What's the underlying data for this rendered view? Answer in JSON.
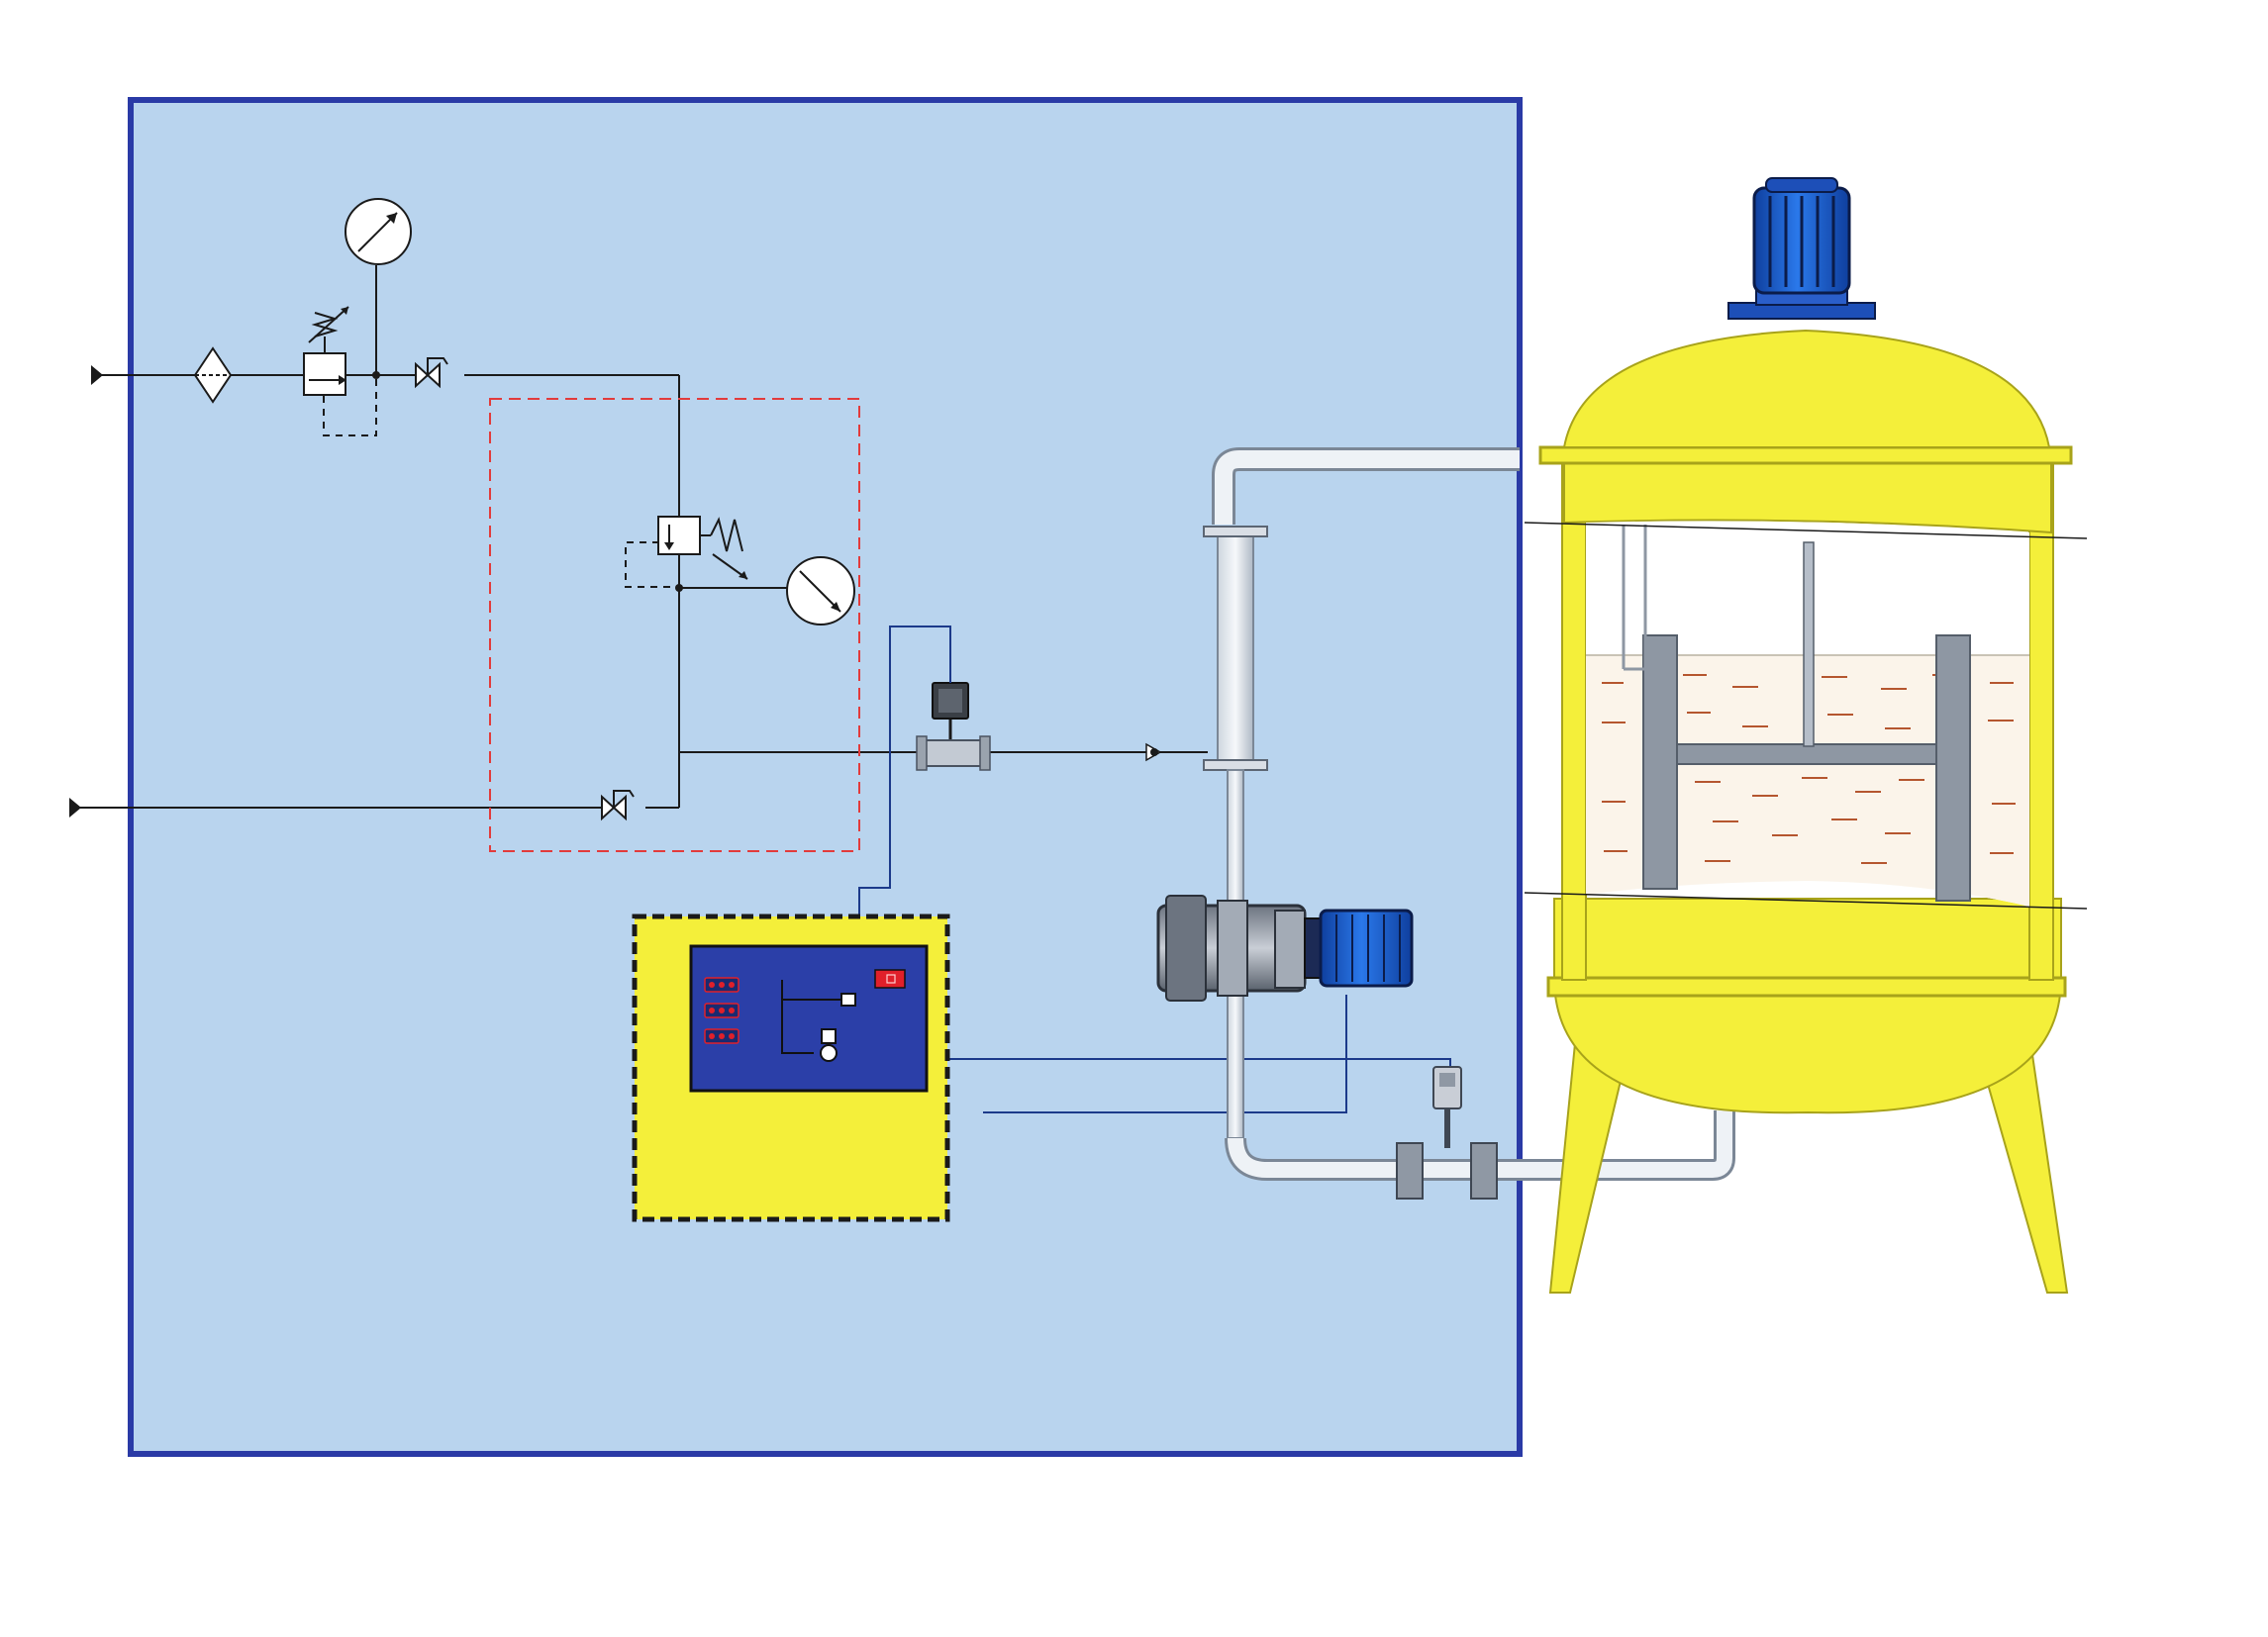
{
  "diagram": {
    "kind": "process-schematic",
    "text_labels": [],
    "colors": {
      "background": "#ffffff",
      "panel_fill": "#b9d4ee",
      "panel_border": "#2a3aa6",
      "vessel": "#f4ef3a",
      "vessel_stroke": "#b8b21a",
      "motor_blue": "#1d5fd6",
      "motor_dark": "#102a70",
      "pipe": "#e4e9f0",
      "pipe_stroke": "#7b8796",
      "control_box": "#f4ef3a",
      "control_screen": "#2b3fa8",
      "indicator_red": "#e0202a",
      "dashed_frame": "#e23b3b",
      "liquid_dash": "#b5562f",
      "line": "#1a1a1a",
      "signal_line": "#1c3a8a"
    },
    "components": [
      {
        "id": "air-inlet-top",
        "type": "inlet-arrow"
      },
      {
        "id": "air-filter",
        "type": "filter"
      },
      {
        "id": "pressure-regulator-1",
        "type": "regulator"
      },
      {
        "id": "pressure-gauge-1",
        "type": "gauge"
      },
      {
        "id": "check-valve-1",
        "type": "valve"
      },
      {
        "id": "pressure-regulator-2",
        "type": "regulator"
      },
      {
        "id": "pressure-gauge-2",
        "type": "gauge"
      },
      {
        "id": "air-inlet-bottom",
        "type": "inlet-arrow"
      },
      {
        "id": "check-valve-2",
        "type": "valve"
      },
      {
        "id": "solenoid-valve",
        "type": "solenoid-valve"
      },
      {
        "id": "control-box",
        "type": "controller"
      },
      {
        "id": "return-pipe",
        "type": "pipe"
      },
      {
        "id": "pump-motor",
        "type": "pump"
      },
      {
        "id": "flow-sensor",
        "type": "sensor"
      },
      {
        "id": "mixing-tank",
        "type": "vessel"
      },
      {
        "id": "agitator-motor",
        "type": "motor"
      }
    ]
  }
}
